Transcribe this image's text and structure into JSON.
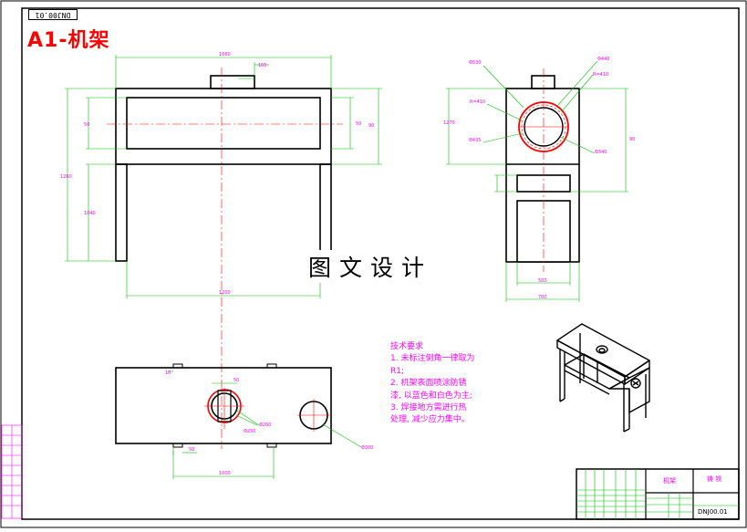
{
  "drawing": {
    "title": "A1-机架",
    "code": "DNJ00.01",
    "watermark": "图文设计",
    "notes": {
      "heading": "技术要求",
      "lines": [
        "1. 未标注倒角一律取为",
        "R1;",
        "2. 机架表面喷涂防锈",
        "漆, 以蓝色和白色为主;",
        "3. 焊接地方需进行热",
        "处理, 减少应力集中。"
      ]
    },
    "dimensions": {
      "top_width": "1660",
      "top_protrusion": "105",
      "inner_height": "50",
      "outer_height": "90",
      "left_inner": "50",
      "left_outer": "1260",
      "lower_inner": "1040",
      "overall_height": "1260",
      "bottom_width": "1200",
      "side_d530": "Φ530",
      "side_d440": "Φ440",
      "side_r410": "R=410",
      "side_r410b": "R=410",
      "side_d435": "Φ435",
      "side_d340": "Φ340",
      "side_height": "1270",
      "side_right": "90",
      "side_bottom_inner": "500",
      "side_bottom_outer": "700",
      "plan_10": "10",
      "plan_50": "50",
      "plan_d260": "Φ260",
      "plan_d250": "Φ250",
      "plan_d300": "Φ300",
      "plan_50b": "50",
      "plan_1000": "1000"
    },
    "title_block": {
      "part_name": "机架",
      "material": "铸 铁",
      "drawing_no": "DNJ00.01"
    },
    "colors": {
      "outline": "#000000",
      "dimension": "#00c000",
      "centerline": "#ff0000",
      "annotation": "#ff00ff"
    }
  }
}
